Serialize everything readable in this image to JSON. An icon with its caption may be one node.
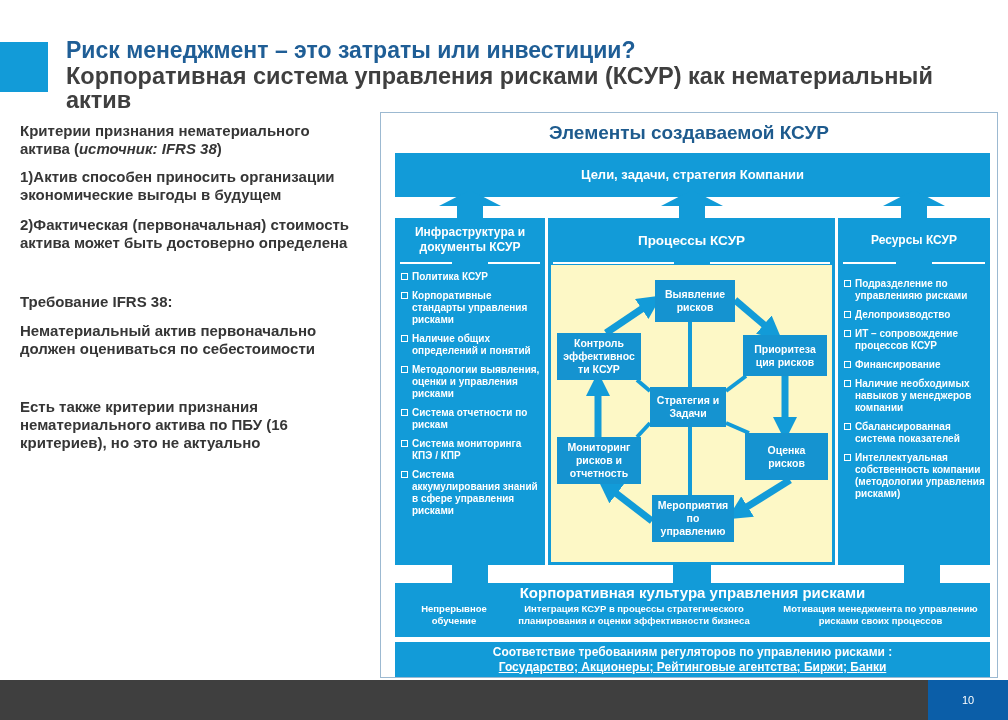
{
  "diagram": {
    "title": "Риск менеджмент – это затраты или инвестиции?",
    "nodes": [
      {
        "text": [
          "Элементы создаваемой КСУР"
        ]
      },
      {
        "text": [
          "Цели, задачи, стратегия Компании"
        ],
        "in": 0
      },
      {
        "text": [
          "Инфраструктура и документы КСУР",
          "Политика КСУР",
          "Корпоративные стандарты управления рисками",
          "Наличие общих определений и понятий",
          "Методологии выявления, оценки и управления рисками",
          "Система отчетности по рискам",
          "Система мониторинга КПЭ / КПР",
          "Система аккумулирования знаний в сфере управления рисками"
        ],
        "in": 0
      },
      {
        "text": [
          "Процессы КСУР"
        ],
        "in": 0
      },
      {
        "text": [
          "Выявление рисков"
        ],
        "in": 3
      },
      {
        "text": [
          "Контроль эффективнос ти КСУР"
        ],
        "in": 3
      },
      {
        "text": [
          "Приоритеза ция рисков"
        ],
        "in": 3
      },
      {
        "text": [
          "Стратегия и Задачи"
        ],
        "in": 3
      },
      {
        "text": [
          "Мониторинг рисков и отчетность"
        ],
        "in": 3
      },
      {
        "text": [
          "Оценка рисков"
        ],
        "in": 3
      },
      {
        "text": [
          "Мероприятия по управлению"
        ],
        "in": 3
      },
      {
        "text": [
          "Ресурсы КСУР",
          "Подразделение по управленияю рисками",
          "Делопроизводство",
          "ИТ – сопровождение процессов КСУР",
          "Финансирование",
          "Наличие необходимых навыков у менеджеров компании",
          "Сбалансированная система показателей",
          "Интеллектуальная собственность компании (методологии управления рисками)"
        ],
        "in": 0
      },
      {
        "text": [
          "Корпоративная культура управления рисками",
          "Непрерывное обучение",
          "Интеграция КСУР в процессы стратегического планирования и оценки эффективности бизнеса",
          "Мотивация менеджмента по управлению рисками своих процессов"
        ],
        "in": 0
      },
      {
        "text": [
          "Соответствие требованиям регуляторов по управлению рисками :",
          "Государство; Акционеры; Рейтинговые агентства; Биржи; Банки"
        ],
        "in": 0
      }
    ],
    "edges": [
      {
        "from": 2,
        "to": 1,
        "arrow": "to",
        "style": "thick"
      },
      {
        "from": 3,
        "to": 1,
        "arrow": "to",
        "style": "thick"
      },
      {
        "from": 11,
        "to": 1,
        "arrow": "to",
        "style": "thick"
      },
      {
        "from": 12,
        "to": 2,
        "arrow": "none",
        "style": "thick"
      },
      {
        "from": 12,
        "to": 3,
        "arrow": "none",
        "style": "thick"
      },
      {
        "from": 12,
        "to": 11,
        "arrow": "none",
        "style": "thick"
      },
      {
        "from": 4,
        "to": 6,
        "arrow": "to"
      },
      {
        "from": 6,
        "to": 9,
        "arrow": "to"
      },
      {
        "from": 9,
        "to": 10,
        "arrow": "to"
      },
      {
        "from": 10,
        "to": 8,
        "arrow": "to"
      },
      {
        "from": 8,
        "to": 5,
        "arrow": "to"
      },
      {
        "from": 5,
        "to": 4,
        "arrow": "to"
      },
      {
        "from": 7,
        "to": 4,
        "arrow": "none"
      },
      {
        "from": 7,
        "to": 6,
        "arrow": "none"
      },
      {
        "from": 7,
        "to": 9,
        "arrow": "none"
      },
      {
        "from": 7,
        "to": 10,
        "arrow": "none"
      },
      {
        "from": 7,
        "to": 8,
        "arrow": "none"
      },
      {
        "from": 7,
        "to": 5,
        "arrow": "none"
      }
    ],
    "labels": [
      "Корпоративная система управления рисками (КСУР) как нематериальный актив",
      "Критерии признания нематериального актива (*источник: IFRS 38*)",
      "1)Актив способен приносить организации экономические выгоды в будущем",
      "2)Фактическая (первоначальная) стоимость актива может быть достоверно определена",
      "Требование IFRS 38:",
      "Нематериальный актив первоначально должен оцениваться по себестоимости",
      "Есть также критерии признания нематериального актива по ПБУ (16 критериев), но это не актуально",
      "10"
    ]
  }
}
